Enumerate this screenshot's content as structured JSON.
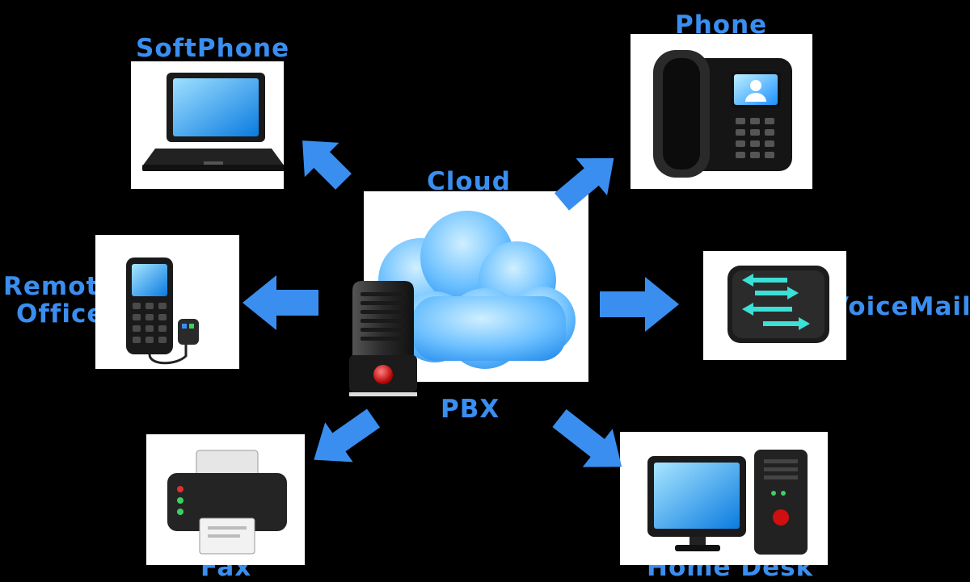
{
  "diagram": {
    "center": {
      "top_label": "Cloud",
      "bottom_label": "PBX"
    },
    "nodes": {
      "softphone": "SoftPhone",
      "phone": "Phone",
      "remote_office_line1": "Remote",
      "remote_office_line2": "Office",
      "voicemail": "VoiceMail",
      "fax": "Fax",
      "home_desk": "Home Desk"
    }
  },
  "colors": {
    "background": "#000000",
    "label": "#3a8ef0",
    "arrow": "#3a8ef0",
    "panel": "#ffffff"
  },
  "icons": {
    "softphone": "laptop-icon",
    "phone": "desk-phone-icon",
    "remote_office": "mobile-phone-icon",
    "voicemail": "voicemail-arrows-icon",
    "fax": "printer-icon",
    "home_desk": "desktop-computer-icon",
    "center": "cloud-icon",
    "server": "pbx-server-icon"
  }
}
